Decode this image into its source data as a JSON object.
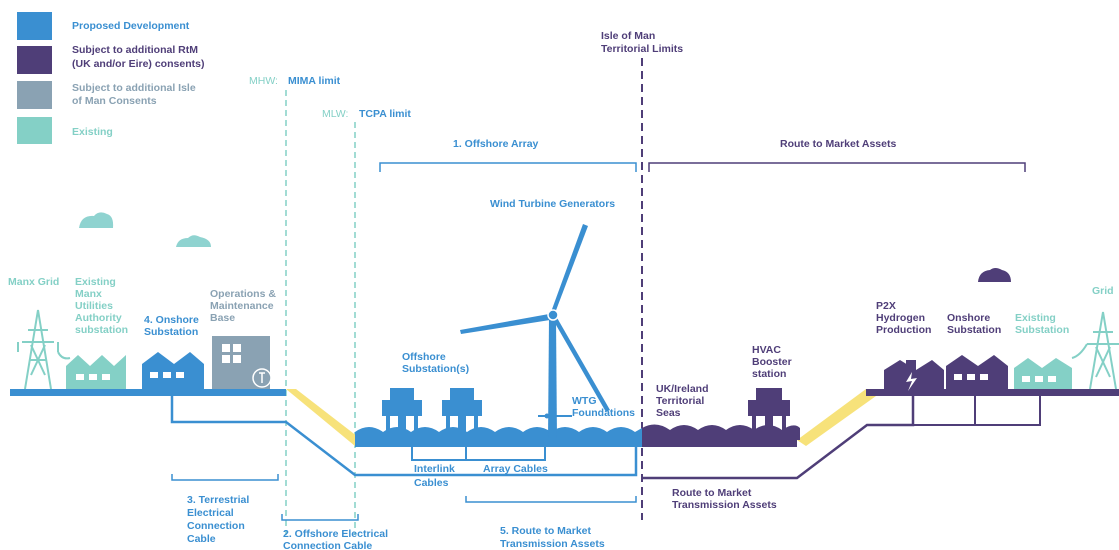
{
  "colors": {
    "proposed": "#3a8fd1",
    "rtm": "#4f3e78",
    "iom": "#8aa2b3",
    "existing": "#84d0c6",
    "yellow": "#f7e27a"
  },
  "legend": {
    "proposed": "Proposed Development",
    "rtm_line1": "Subject to additional RtM",
    "rtm_line2": "(UK and/or Eire) consents)",
    "iom_line1": "Subject to additional Isle",
    "iom_line2": "of Man Consents",
    "existing": "Existing"
  },
  "limits": {
    "iom_line1": "Isle of Man",
    "iom_line2": "Territorial Limits",
    "mhw_prefix": "MHW:",
    "mhw_label": "MIMA limit",
    "mlw_prefix": "MLW:",
    "mlw_label": "TCPA limit"
  },
  "brackets": {
    "offshore_array": "1.   Offshore Array",
    "route_to_market": "Route to Market Assets"
  },
  "labels": {
    "wtg": "Wind Turbine Generators",
    "manx_grid": "Manx Grid",
    "muas_1": "Existing",
    "muas_2": "Manx",
    "muas_3": "Utilities",
    "muas_4": "Authority",
    "muas_5": "substation",
    "onshore4_1": "4. Onshore",
    "onshore4_2": "Substation",
    "om_1": "Operations &",
    "om_2": "Maintenance",
    "om_3": "Base",
    "offsub_1": "Offshore",
    "offsub_2": "Substation(s)",
    "wtgf_1": "WTG",
    "wtgf_2": "Foundations",
    "uk_1": "UK/Ireland",
    "uk_2": "Territorial",
    "uk_3": "Seas",
    "hvac_1": "HVAC",
    "hvac_2": "Booster",
    "hvac_3": "station",
    "p2x_1": "P2X",
    "p2x_2": "Hydrogen",
    "p2x_3": "Production",
    "onshore_sub_1": "Onshore",
    "onshore_sub_2": "Substation",
    "existing_sub_1": "Existing",
    "existing_sub_2": "Substation",
    "grid": "Grid",
    "interlink_1": "Interlink",
    "interlink_2": "Cables",
    "array_cables": "Array Cables",
    "terrestrial_1": "3. Terrestrial",
    "terrestrial_2": "Electrical",
    "terrestrial_3": "Connection",
    "terrestrial_4": "Cable",
    "offshore_cable_1": "2. Offshore Electrical",
    "offshore_cable_2": "Connection Cable",
    "route5_1": "5. Route to Market",
    "route5_2": "Transmission Assets",
    "rtm_tx_1": "Route to Market",
    "rtm_tx_2": "Transmission Assets"
  }
}
